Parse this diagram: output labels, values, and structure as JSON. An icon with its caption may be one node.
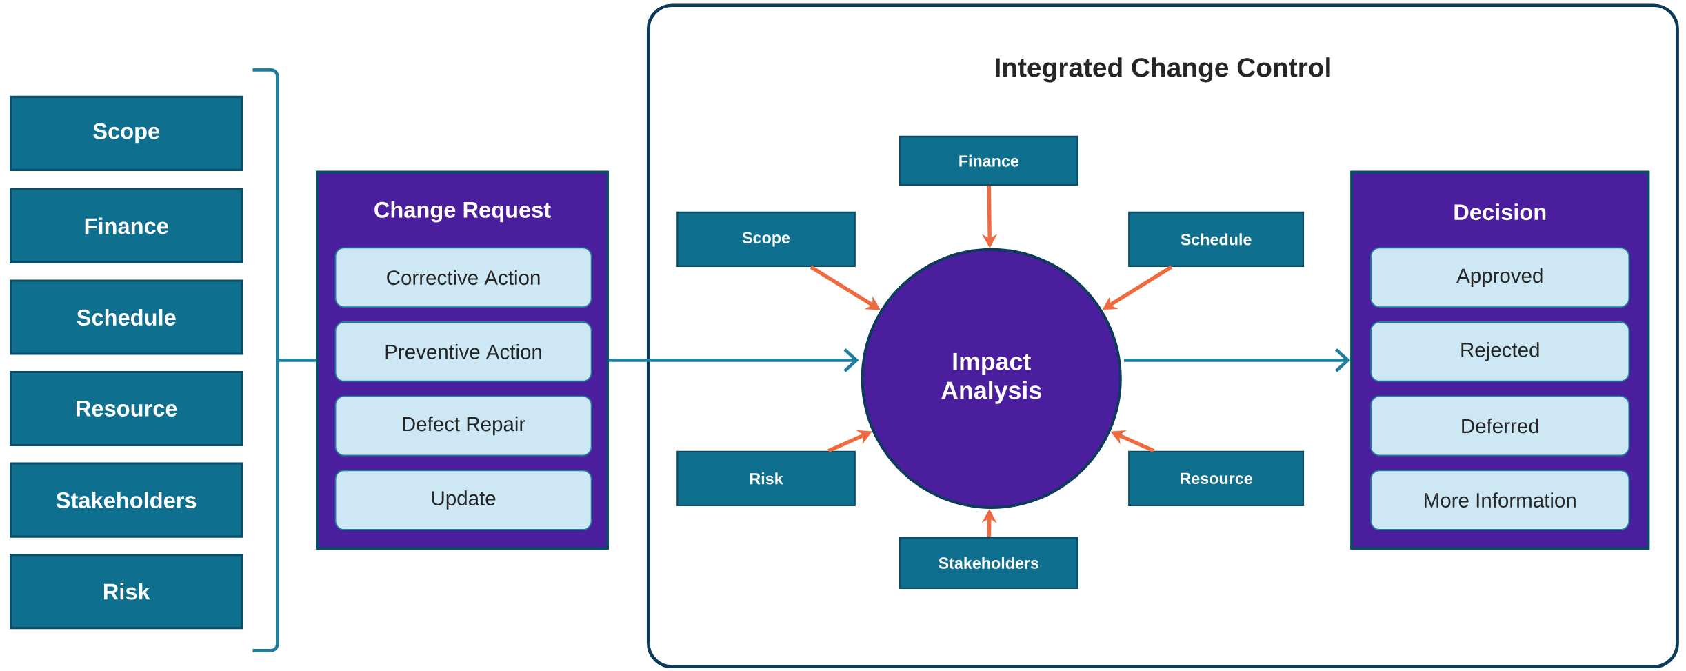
{
  "diagram": {
    "nodes": [
      {
        "text": [
          "Scope"
        ]
      },
      {
        "text": [
          "Finance"
        ]
      },
      {
        "text": [
          "Schedule"
        ]
      },
      {
        "text": [
          "Resource"
        ]
      },
      {
        "text": [
          "Stakeholders"
        ]
      },
      {
        "text": [
          "Risk"
        ]
      },
      {
        "text": [
          "Change Request"
        ]
      },
      {
        "text": [
          "Corrective Action"
        ],
        "in": 6
      },
      {
        "text": [
          "Preventive Action"
        ],
        "in": 6
      },
      {
        "text": [
          "Defect Repair"
        ],
        "in": 6
      },
      {
        "text": [
          "Update"
        ],
        "in": 6
      },
      {
        "text": [
          "Integrated Change Control"
        ]
      },
      {
        "text": [
          "Finance"
        ],
        "in": 11
      },
      {
        "text": [
          "Scope"
        ],
        "in": 11
      },
      {
        "text": [
          "Schedule"
        ],
        "in": 11
      },
      {
        "text": [
          "Impact Analysis"
        ],
        "in": 11
      },
      {
        "text": [
          "Risk"
        ],
        "in": 11
      },
      {
        "text": [
          "Resource"
        ],
        "in": 11
      },
      {
        "text": [
          "Stakeholders"
        ],
        "in": 11
      },
      {
        "text": [
          "Decision"
        ],
        "in": 11
      },
      {
        "text": [
          "Approved"
        ],
        "in": 19
      },
      {
        "text": [
          "Rejected"
        ],
        "in": 19
      },
      {
        "text": [
          "Deferred"
        ],
        "in": 19
      },
      {
        "text": [
          "More Information"
        ],
        "in": 19
      },
      {
        "text": [],
        "shape": "bracket"
      }
    ],
    "edges": [
      {
        "from": 24,
        "to": 6,
        "arrow": "none",
        "color": "#1f7f9e"
      },
      {
        "from": 6,
        "to": 15,
        "arrow": "to",
        "color": "#1f7f9e"
      },
      {
        "from": 15,
        "to": 19,
        "arrow": "to",
        "color": "#1f7f9e"
      },
      {
        "from": 12,
        "to": 15,
        "arrow": "to"
      },
      {
        "from": 13,
        "to": 15,
        "arrow": "to"
      },
      {
        "from": 14,
        "to": 15,
        "arrow": "to"
      },
      {
        "from": 16,
        "to": 15,
        "arrow": "to"
      },
      {
        "from": 17,
        "to": 15,
        "arrow": "to"
      },
      {
        "from": 18,
        "to": 15,
        "arrow": "to"
      }
    ]
  }
}
